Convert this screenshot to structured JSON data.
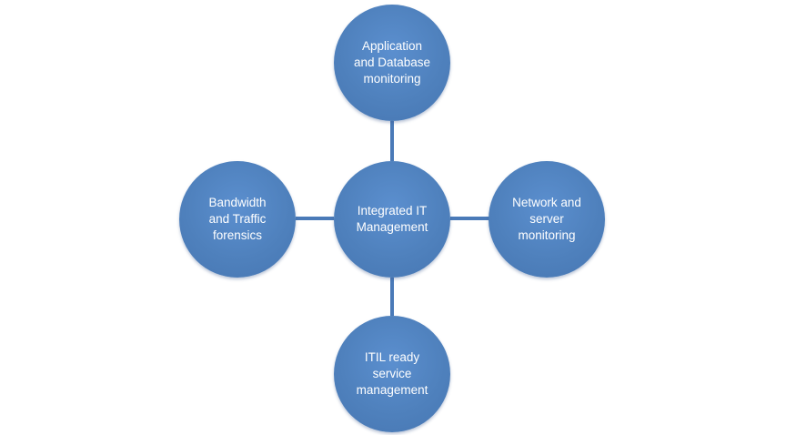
{
  "diagram": {
    "center": {
      "label": "Integrated IT\nManagement"
    },
    "top": {
      "label": "Application\nand Database\nmonitoring"
    },
    "right": {
      "label": "Network  and\nserver\nmonitoring"
    },
    "bottom": {
      "label": "ITIL ready\nservice\nmanagement"
    },
    "left": {
      "label": "Bandwidth\nand Traffic\nforensics"
    }
  },
  "colors": {
    "node_fill": "#4f81bd",
    "connector": "#4a7ab8",
    "text": "#ffffff"
  }
}
